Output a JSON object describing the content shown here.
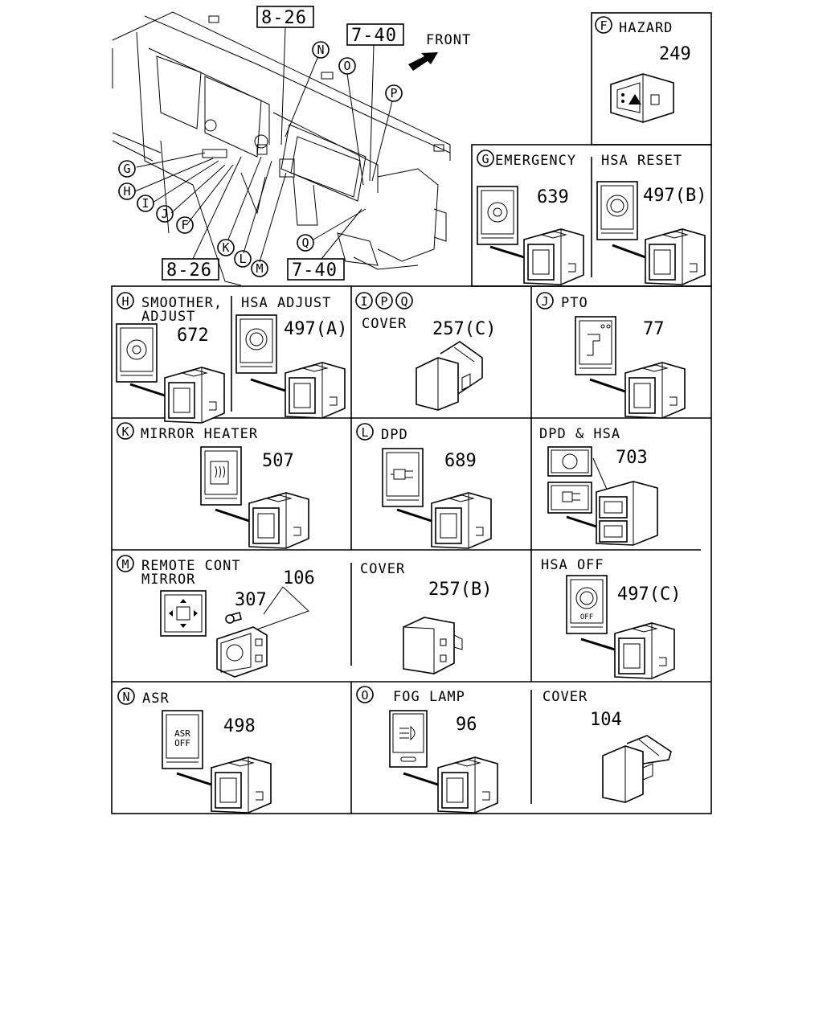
{
  "overview": {
    "front_label": "FRONT",
    "refs": [
      "8-26",
      "7-40",
      "8-26",
      "7-40"
    ],
    "callouts": [
      "N",
      "O",
      "P",
      "G",
      "H",
      "I",
      "J",
      "F",
      "K",
      "L",
      "M",
      "Q"
    ]
  },
  "panels": {
    "hazard": {
      "letter": "F",
      "title": "HAZARD",
      "part": "249"
    },
    "emergency": {
      "letter": "G",
      "title": "EMERGENCY",
      "part": "639"
    },
    "hsa_reset": {
      "title": "HSA RESET",
      "part": "497(B)"
    },
    "smoother": {
      "letter": "H",
      "title_line1": "SMOOTHER,",
      "title_line2": "ADJUST",
      "part": "672"
    },
    "hsa_adjust": {
      "title": "HSA ADJUST",
      "part": "497(A)"
    },
    "cover_ipq": {
      "letters": [
        "I",
        "P",
        "Q"
      ],
      "title": "COVER",
      "part": "257(C)"
    },
    "pto": {
      "letter": "J",
      "title": "PTO",
      "part": "77"
    },
    "mirror_heater": {
      "letter": "K",
      "title": "MIRROR HEATER",
      "part": "507"
    },
    "dpd": {
      "letter": "L",
      "title": "DPD",
      "part": "689"
    },
    "dpd_hsa": {
      "title": "DPD & HSA",
      "part": "703"
    },
    "remote_mirror": {
      "letter": "M",
      "title_line1": "REMOTE CONT",
      "title_line2": "MIRROR",
      "part_assembly": "106",
      "part_screw": "307"
    },
    "cover_b": {
      "title": "COVER",
      "part": "257(B)"
    },
    "hsa_off": {
      "title": "HSA OFF",
      "part": "497(C)",
      "switch_text": "OFF"
    },
    "asr": {
      "letter": "N",
      "title": "ASR",
      "part": "498",
      "switch_text_line1": "ASR",
      "switch_text_line2": "OFF"
    },
    "fog_lamp": {
      "letter": "O",
      "title": "FOG LAMP",
      "part": "96"
    },
    "cover_104": {
      "title": "COVER",
      "part": "104"
    }
  }
}
